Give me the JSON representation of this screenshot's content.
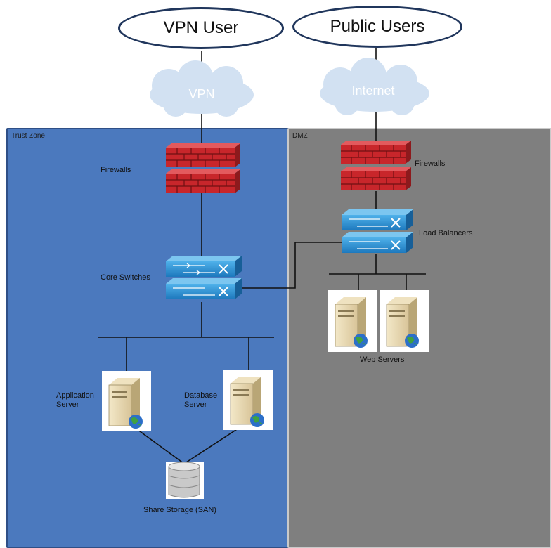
{
  "colors": {
    "trust_zone_fill": "#4b79be",
    "dmz_fill": "#7f7f7f",
    "firewall_red": "#c8262b",
    "switch_blue": "#2a8dd0",
    "cloud_fill": "#d2e1f2",
    "user_border": "#20365c"
  },
  "users": {
    "vpn": "VPN User",
    "public": "Public Users"
  },
  "clouds": {
    "vpn": "VPN",
    "internet": "Internet"
  },
  "zones": {
    "trust": "Trust Zone",
    "dmz": "DMZ"
  },
  "trust": {
    "firewalls": "Firewalls",
    "core_switches": "Core Switches",
    "app_server": [
      "Application",
      "Server"
    ],
    "db_server": [
      "Database",
      "Server"
    ],
    "storage": "Share Storage (SAN)"
  },
  "dmz": {
    "firewalls": "Firewalls",
    "load_balancers": "Load Balancers",
    "web_servers": "Web Servers"
  },
  "icons": [
    "firewall-icon",
    "switch-icon",
    "server-icon",
    "storage-icon",
    "cloud-icon"
  ]
}
